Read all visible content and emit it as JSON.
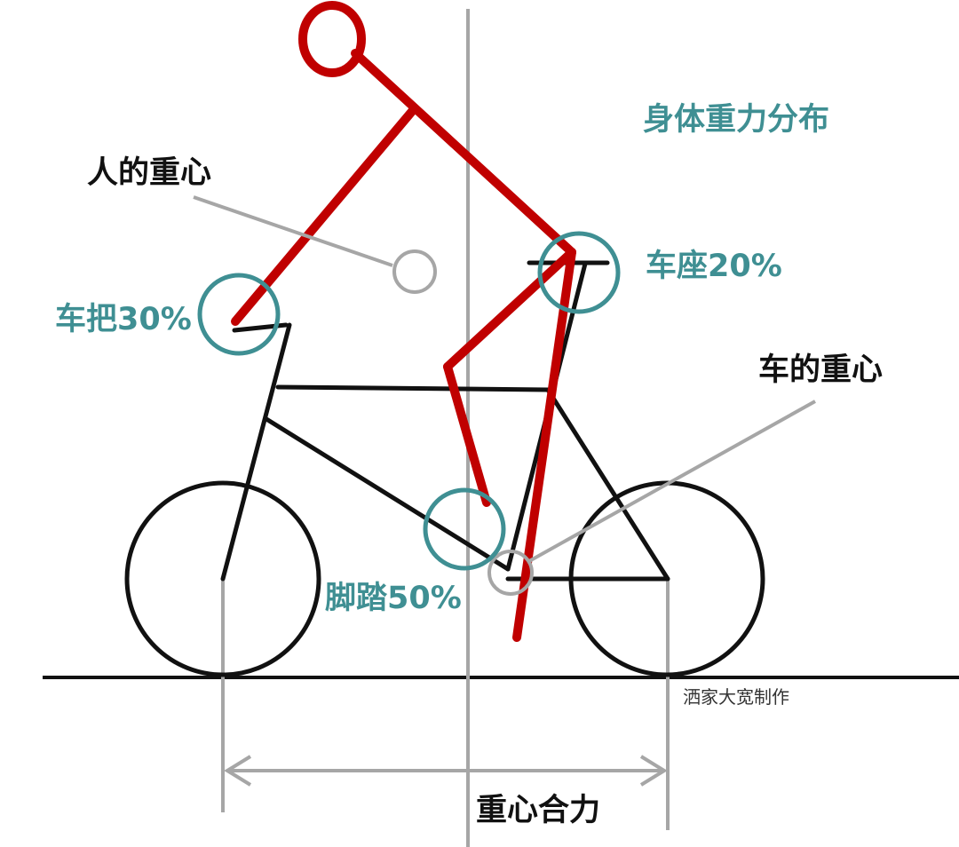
{
  "colors": {
    "rider": "#c00000",
    "bike": "#111111",
    "guide": "#a6a6a6",
    "highlight": "#3f8f93"
  },
  "labels": {
    "title": "身体重力分布",
    "person_cog": "人的重心",
    "bike_cog": "车的重心",
    "handlebar": "车把30%",
    "saddle": "车座20%",
    "pedal": "脚踏50%",
    "resultant": "重心合力",
    "credit": "洒家大宽制作"
  }
}
